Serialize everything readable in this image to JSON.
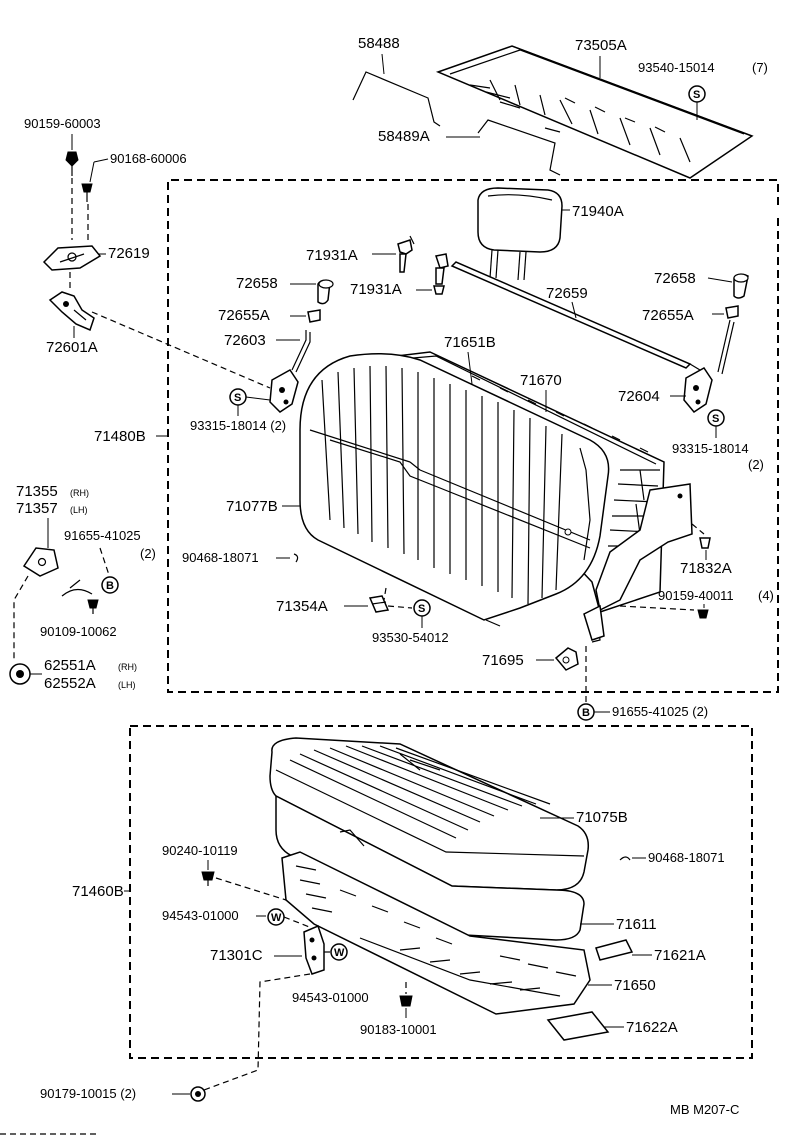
{
  "parts": {
    "p58488": "58488",
    "p73505a": "73505A",
    "p93540": "93540-15014",
    "p93540_qty": "(7)",
    "p58489a": "58489A",
    "p90159_60003": "90159-60003",
    "p90168_60006": "90168-60006",
    "p72619": "72619",
    "p72601a": "72601A",
    "p71940a": "71940A",
    "p71931a_1": "71931A",
    "p71931a_2": "71931A",
    "p72659": "72659",
    "p72658_l": "72658",
    "p72658_r": "72658",
    "p72655a_l": "72655A",
    "p72655a_r": "72655A",
    "p72603": "72603",
    "p72604": "72604",
    "p71651b": "71651B",
    "p71670": "71670",
    "p93315_l": "93315-18014 (2)",
    "p93315_r": "93315-18014",
    "p93315_r_qty": "(2)",
    "p71480b": "71480B",
    "p71077b": "71077B",
    "p71355": "71355",
    "p71355_side": "(RH)",
    "p71357": "71357",
    "p71357_side": "(LH)",
    "p91655_l": "91655-41025",
    "p91655_l_qty": "(2)",
    "p90468_l": "90468-18071",
    "p71832a": "71832A",
    "p90159_40011": "90159-40011",
    "p90159_40011_qty": "(4)",
    "p71354a": "71354A",
    "p93530": "93530-54012",
    "p90109": "90109-10062",
    "p62551a": "62551A",
    "p62551a_side": "(RH)",
    "p62552a": "62552A",
    "p62552a_side": "(LH)",
    "p71695": "71695",
    "p91655_b": "91655-41025 (2)",
    "p71075b": "71075B",
    "p90240": "90240-10119",
    "p90468_r": "90468-18071",
    "p71460b": "71460B",
    "p94543_1": "94543-01000",
    "p71611": "71611",
    "p71301c": "71301C",
    "p71621a": "71621A",
    "p94543_2": "94543-01000",
    "p71650": "71650",
    "p90183": "90183-10001",
    "p71622a": "71622A",
    "p90179": "90179-10015 (2)"
  },
  "badges": {
    "s": "S",
    "b": "B",
    "w": "W"
  },
  "footer": {
    "code": "MB  M207-C"
  }
}
